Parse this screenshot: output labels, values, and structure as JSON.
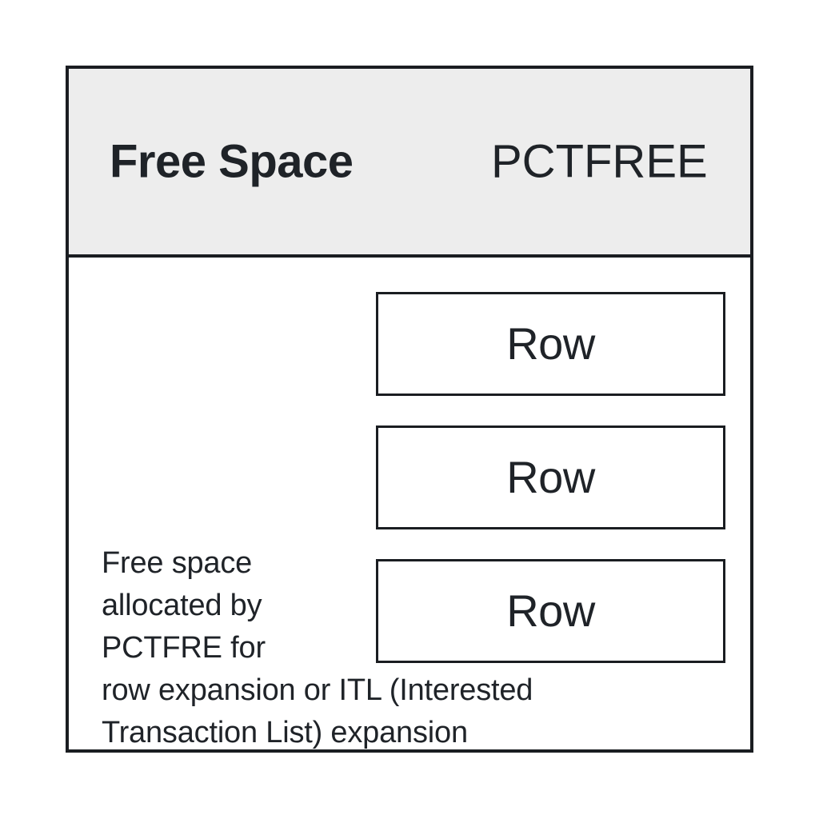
{
  "diagram": {
    "title": "Oracle data block PCTFREE free space diagram",
    "colors": {
      "header_background": "#ededed",
      "border": "#1a1d21",
      "text": "#1f2328",
      "body_background": "#ffffff",
      "page_background": "#ffffff"
    },
    "header": {
      "left_label": "Free Space",
      "right_label": "PCTFREE"
    },
    "body": {
      "rows": [
        {
          "label": "Row"
        },
        {
          "label": "Row"
        },
        {
          "label": "Row"
        }
      ],
      "note": "Free space\nallocated by\nPCTFRE for\nrow expansion or ITL (Interested\nTransaction List) expansion"
    }
  }
}
